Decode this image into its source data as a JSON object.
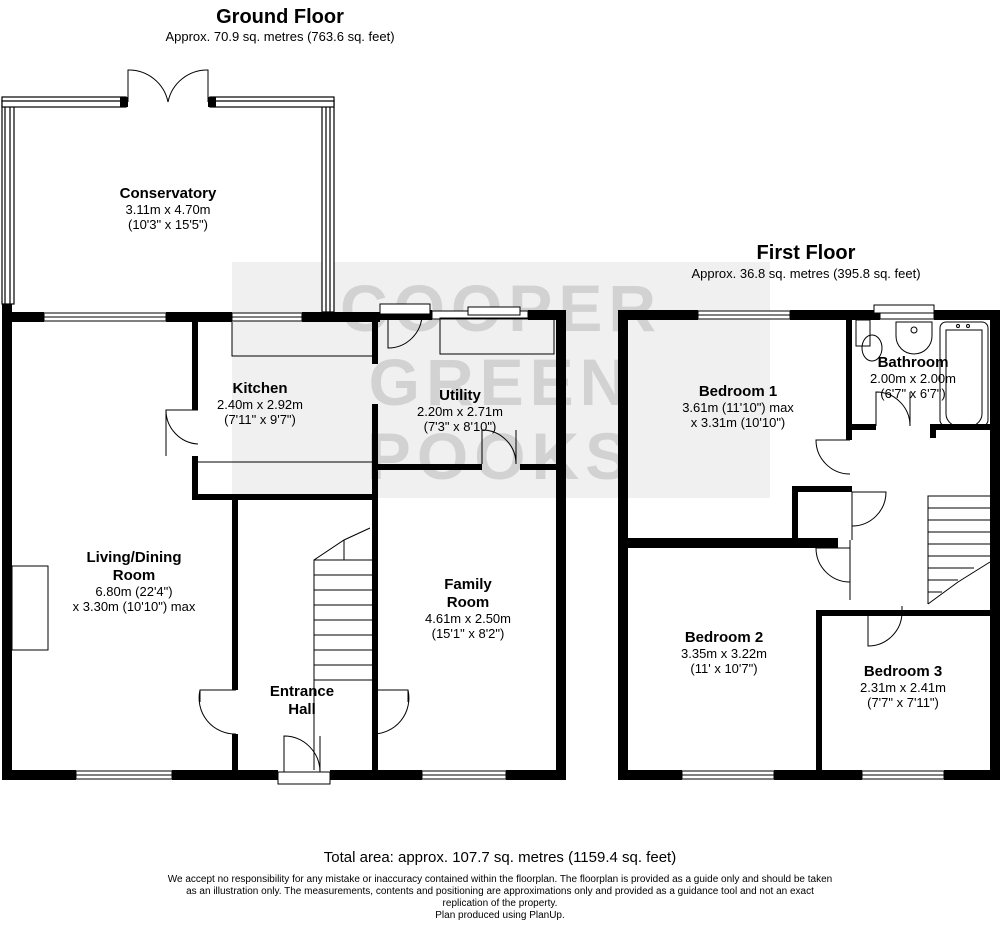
{
  "watermark": {
    "box_color": "#d9d9d9",
    "line1": "COOPER",
    "line2": "GREEN",
    "line3": "POOKS"
  },
  "ground_floor": {
    "title": "Ground Floor",
    "area": "Approx. 70.9 sq. metres (763.6 sq. feet)",
    "rooms": {
      "conservatory": {
        "name": "Conservatory",
        "dim1": "3.11m x 4.70m",
        "dim2": "(10'3\" x 15'5\")"
      },
      "kitchen": {
        "name": "Kitchen",
        "dim1": "2.40m x 2.92m",
        "dim2": "(7'11\" x 9'7\")"
      },
      "utility": {
        "name": "Utility",
        "dim1": "2.20m x 2.71m",
        "dim2": "(7'3\" x 8'10\")"
      },
      "living": {
        "name1": "Living/Dining",
        "name2": "Room",
        "dim1": "6.80m (22'4\")",
        "dim2": "x 3.30m (10'10\") max"
      },
      "family": {
        "name1": "Family",
        "name2": "Room",
        "dim1": "4.61m x 2.50m",
        "dim2": "(15'1\" x 8'2\")"
      },
      "hall": {
        "name1": "Entrance",
        "name2": "Hall"
      }
    }
  },
  "first_floor": {
    "title": "First Floor",
    "area": "Approx. 36.8 sq. metres (395.8 sq. feet)",
    "rooms": {
      "bedroom1": {
        "name": "Bedroom 1",
        "dim1": "3.61m (11'10\") max",
        "dim2": "x 3.31m (10'10\")"
      },
      "bathroom": {
        "name": "Bathroom",
        "dim1": "2.00m x 2.00m",
        "dim2": "(6'7\" x 6'7\")"
      },
      "bedroom2": {
        "name": "Bedroom 2",
        "dim1": "3.35m x 3.22m",
        "dim2": "(11' x 10'7\")"
      },
      "bedroom3": {
        "name": "Bedroom 3",
        "dim1": "2.31m x 2.41m",
        "dim2": "(7'7\" x 7'11\")"
      }
    }
  },
  "footer": {
    "total": "Total area: approx. 107.7 sq. metres (1159.4 sq. feet)",
    "note1": "We accept no responsibility for any mistake or inaccuracy contained within the floorplan. The floorplan is provided as a guide only and should be taken",
    "note2": "as an illustration only. The measurements, contents and positioning are approximations only and provided as a guidance tool and not an exact",
    "note3": "replication of the property.",
    "note4": "Plan produced using PlanUp."
  }
}
